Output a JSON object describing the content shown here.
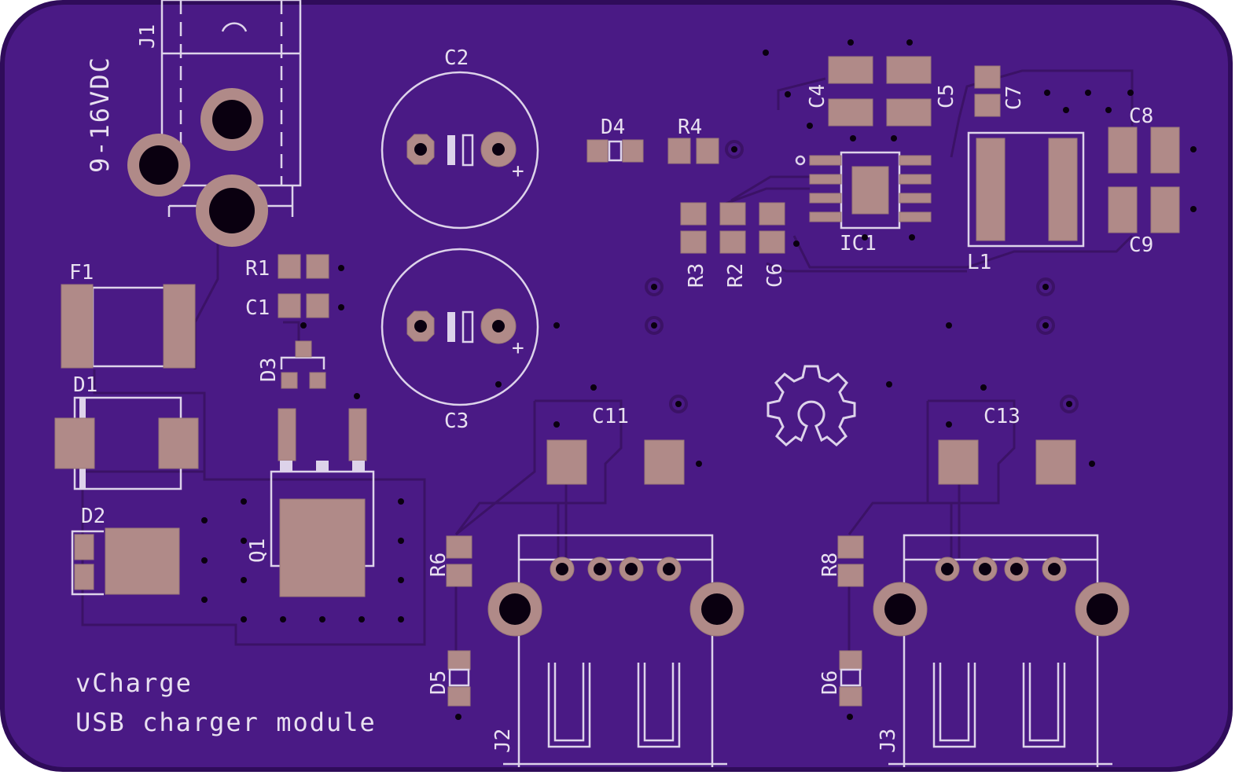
{
  "board": {
    "color": "#4a1a85",
    "edge_color": "#2f0c5a",
    "silk_color": "#e8e0f0",
    "pad_color": "#b08a88"
  },
  "labels": {
    "title_line1": "vCharge",
    "title_line2": "USB charger module",
    "input_voltage": "9-16VDC"
  },
  "refdes": {
    "j1": "J1",
    "j2": "J2",
    "j3": "J3",
    "c1": "C1",
    "c2": "C2",
    "c3": "C3",
    "c4": "C4",
    "c5": "C5",
    "c6": "C6",
    "c7": "C7",
    "c8": "C8",
    "c9": "C9",
    "c11": "C11",
    "c13": "C13",
    "d1": "D1",
    "d2": "D2",
    "d3": "D3",
    "d4": "D4",
    "d5": "D5",
    "d6": "D6",
    "r1": "R1",
    "r2": "R2",
    "r3": "R3",
    "r4": "R4",
    "r6": "R6",
    "r8": "R8",
    "f1": "F1",
    "q1": "Q1",
    "ic1": "IC1",
    "l1": "L1"
  },
  "polarity_mark": "+",
  "icons": {
    "logo": "open-hardware-gear-icon"
  }
}
